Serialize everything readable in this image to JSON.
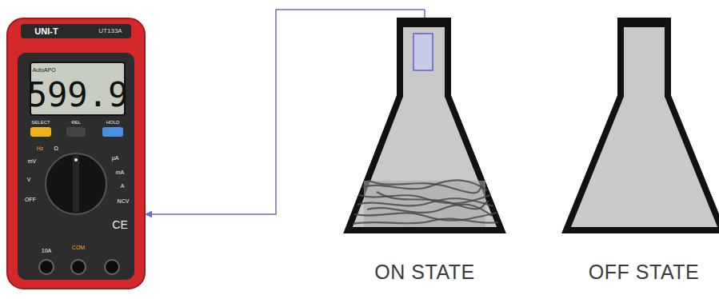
{
  "diagram": {
    "nodes": [
      {
        "text": [
          "UNI-T",
          "UT133A",
          "AutoAPO",
          "599.9",
          "SELECT",
          "REL",
          "HOLD",
          "Hz",
          "mV",
          "V",
          "Ω",
          "μA",
          "mA",
          "A",
          "NCV",
          "OFF",
          "CE",
          "10A",
          "COM"
        ]
      },
      {
        "text": [
          "ON STATE"
        ]
      },
      {
        "text": [
          "OFF STATE"
        ]
      }
    ],
    "edges": [
      {
        "from": 1,
        "to": 0,
        "arrow": "to"
      }
    ]
  }
}
